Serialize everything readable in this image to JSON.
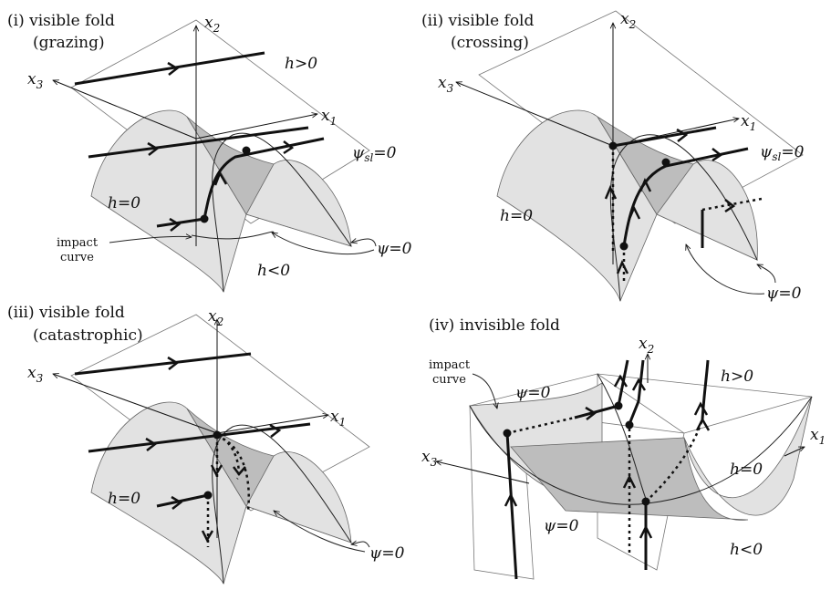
{
  "panels": [
    {
      "title": "(i) visible fold",
      "subtitle": "(grazing)"
    },
    {
      "title": "(ii) visible fold",
      "subtitle": "(crossing)"
    },
    {
      "title": "(iii) visible fold",
      "subtitle": "(catastrophic)"
    },
    {
      "title": "(iv) invisible fold",
      "subtitle": ""
    }
  ],
  "axes": {
    "x1": "x",
    "x1_sub": "1",
    "x2": "x",
    "x2_sub": "2",
    "x3": "x",
    "x3_sub": "3"
  },
  "labels": {
    "h_pos": "h>0",
    "h_zero": "h=0",
    "h_neg": "h<0",
    "psi_zero": "ψ=0",
    "psi_sl_main": "ψ",
    "psi_sl_sub": "sl",
    "psi_sl_rest": "=0",
    "impact_line1": "impact",
    "impact_line2": "curve"
  }
}
